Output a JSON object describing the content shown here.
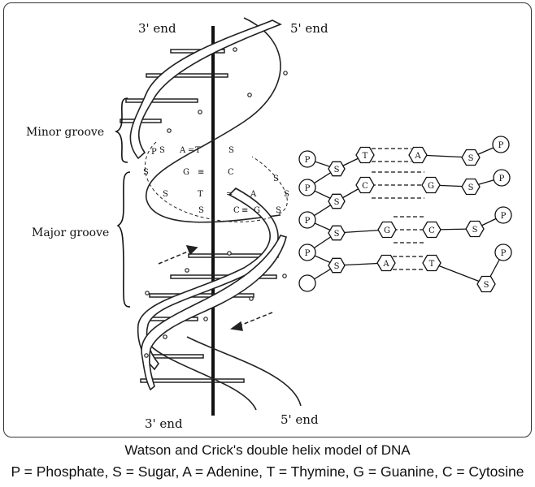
{
  "figure": {
    "labels": {
      "top_left_end": "3' end",
      "top_right_end": "5' end",
      "bottom_left_end": "3' end",
      "bottom_right_end": "5' end",
      "minor_groove": "Minor groove",
      "major_groove": "Major groove"
    },
    "cross_section": {
      "rows": [
        {
          "left": "S",
          "base_left": "A",
          "bond": "=",
          "base_right": "T",
          "right": "S"
        },
        {
          "left": "S",
          "base_left": "G",
          "bond": "≡",
          "base_right": "C",
          "right": "S"
        },
        {
          "left": "S",
          "base_left": "T",
          "bond": "=",
          "base_right": "A",
          "right": "S"
        },
        {
          "left": "S",
          "base_left": "C",
          "bond": "≡",
          "base_right": "G",
          "right": "S"
        }
      ],
      "phosphate": "P"
    },
    "ladder": {
      "phosphate_label": "P",
      "sugar_label": "S",
      "pairs": [
        {
          "left_base": "T",
          "right_base": "A",
          "h_bonds": 2
        },
        {
          "left_base": "C",
          "right_base": "G",
          "h_bonds": 3
        },
        {
          "left_base": "G",
          "right_base": "C",
          "h_bonds": 3
        },
        {
          "left_base": "A",
          "right_base": "T",
          "h_bonds": 2
        }
      ]
    }
  },
  "caption": {
    "title": "Watson and Crick's double helix model of DNA",
    "legend": "P = Phosphate, S = Sugar, A = Adenine, T = Thymine, G = Guanine, C = Cytosine"
  }
}
